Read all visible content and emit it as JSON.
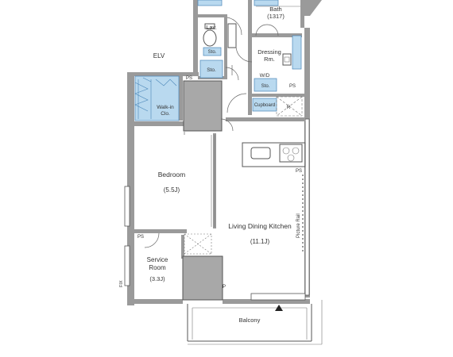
{
  "plan": {
    "rooms": {
      "bath": {
        "name": "Bath",
        "size": "(1317)"
      },
      "lav": {
        "name": "Lav."
      },
      "dressing": {
        "line1": "Dressing",
        "line2": "Rm."
      },
      "walk_in": {
        "line1": "Walk-in",
        "line2": "Clo."
      },
      "bedroom": {
        "name": "Bedroom",
        "size": "(5.5J)"
      },
      "ldk": {
        "name": "Living Dining Kitchen",
        "size": "(11.1J)"
      },
      "service": {
        "line1": "Service",
        "line2": "Room",
        "size": "(3.3J)"
      },
      "balcony": {
        "name": "Balcony"
      }
    },
    "storage": {
      "sto_lav": "Sto.",
      "sto_hall": "Sto.",
      "sto_wd": "Sto.",
      "wd": "W/D",
      "cupboard": "Cupboard",
      "r": "R"
    },
    "marks": {
      "elv": "ELV",
      "ps_top": "PS",
      "ps_bath": "PS",
      "ps_kitchen": "PS",
      "ps_service": "PS",
      "p": "P",
      "picture_rail": "Picture Rail",
      "fix": "FIX"
    },
    "colors": {
      "storage_fill": "#b9d9ef",
      "wall": "#9a9a9a"
    }
  }
}
